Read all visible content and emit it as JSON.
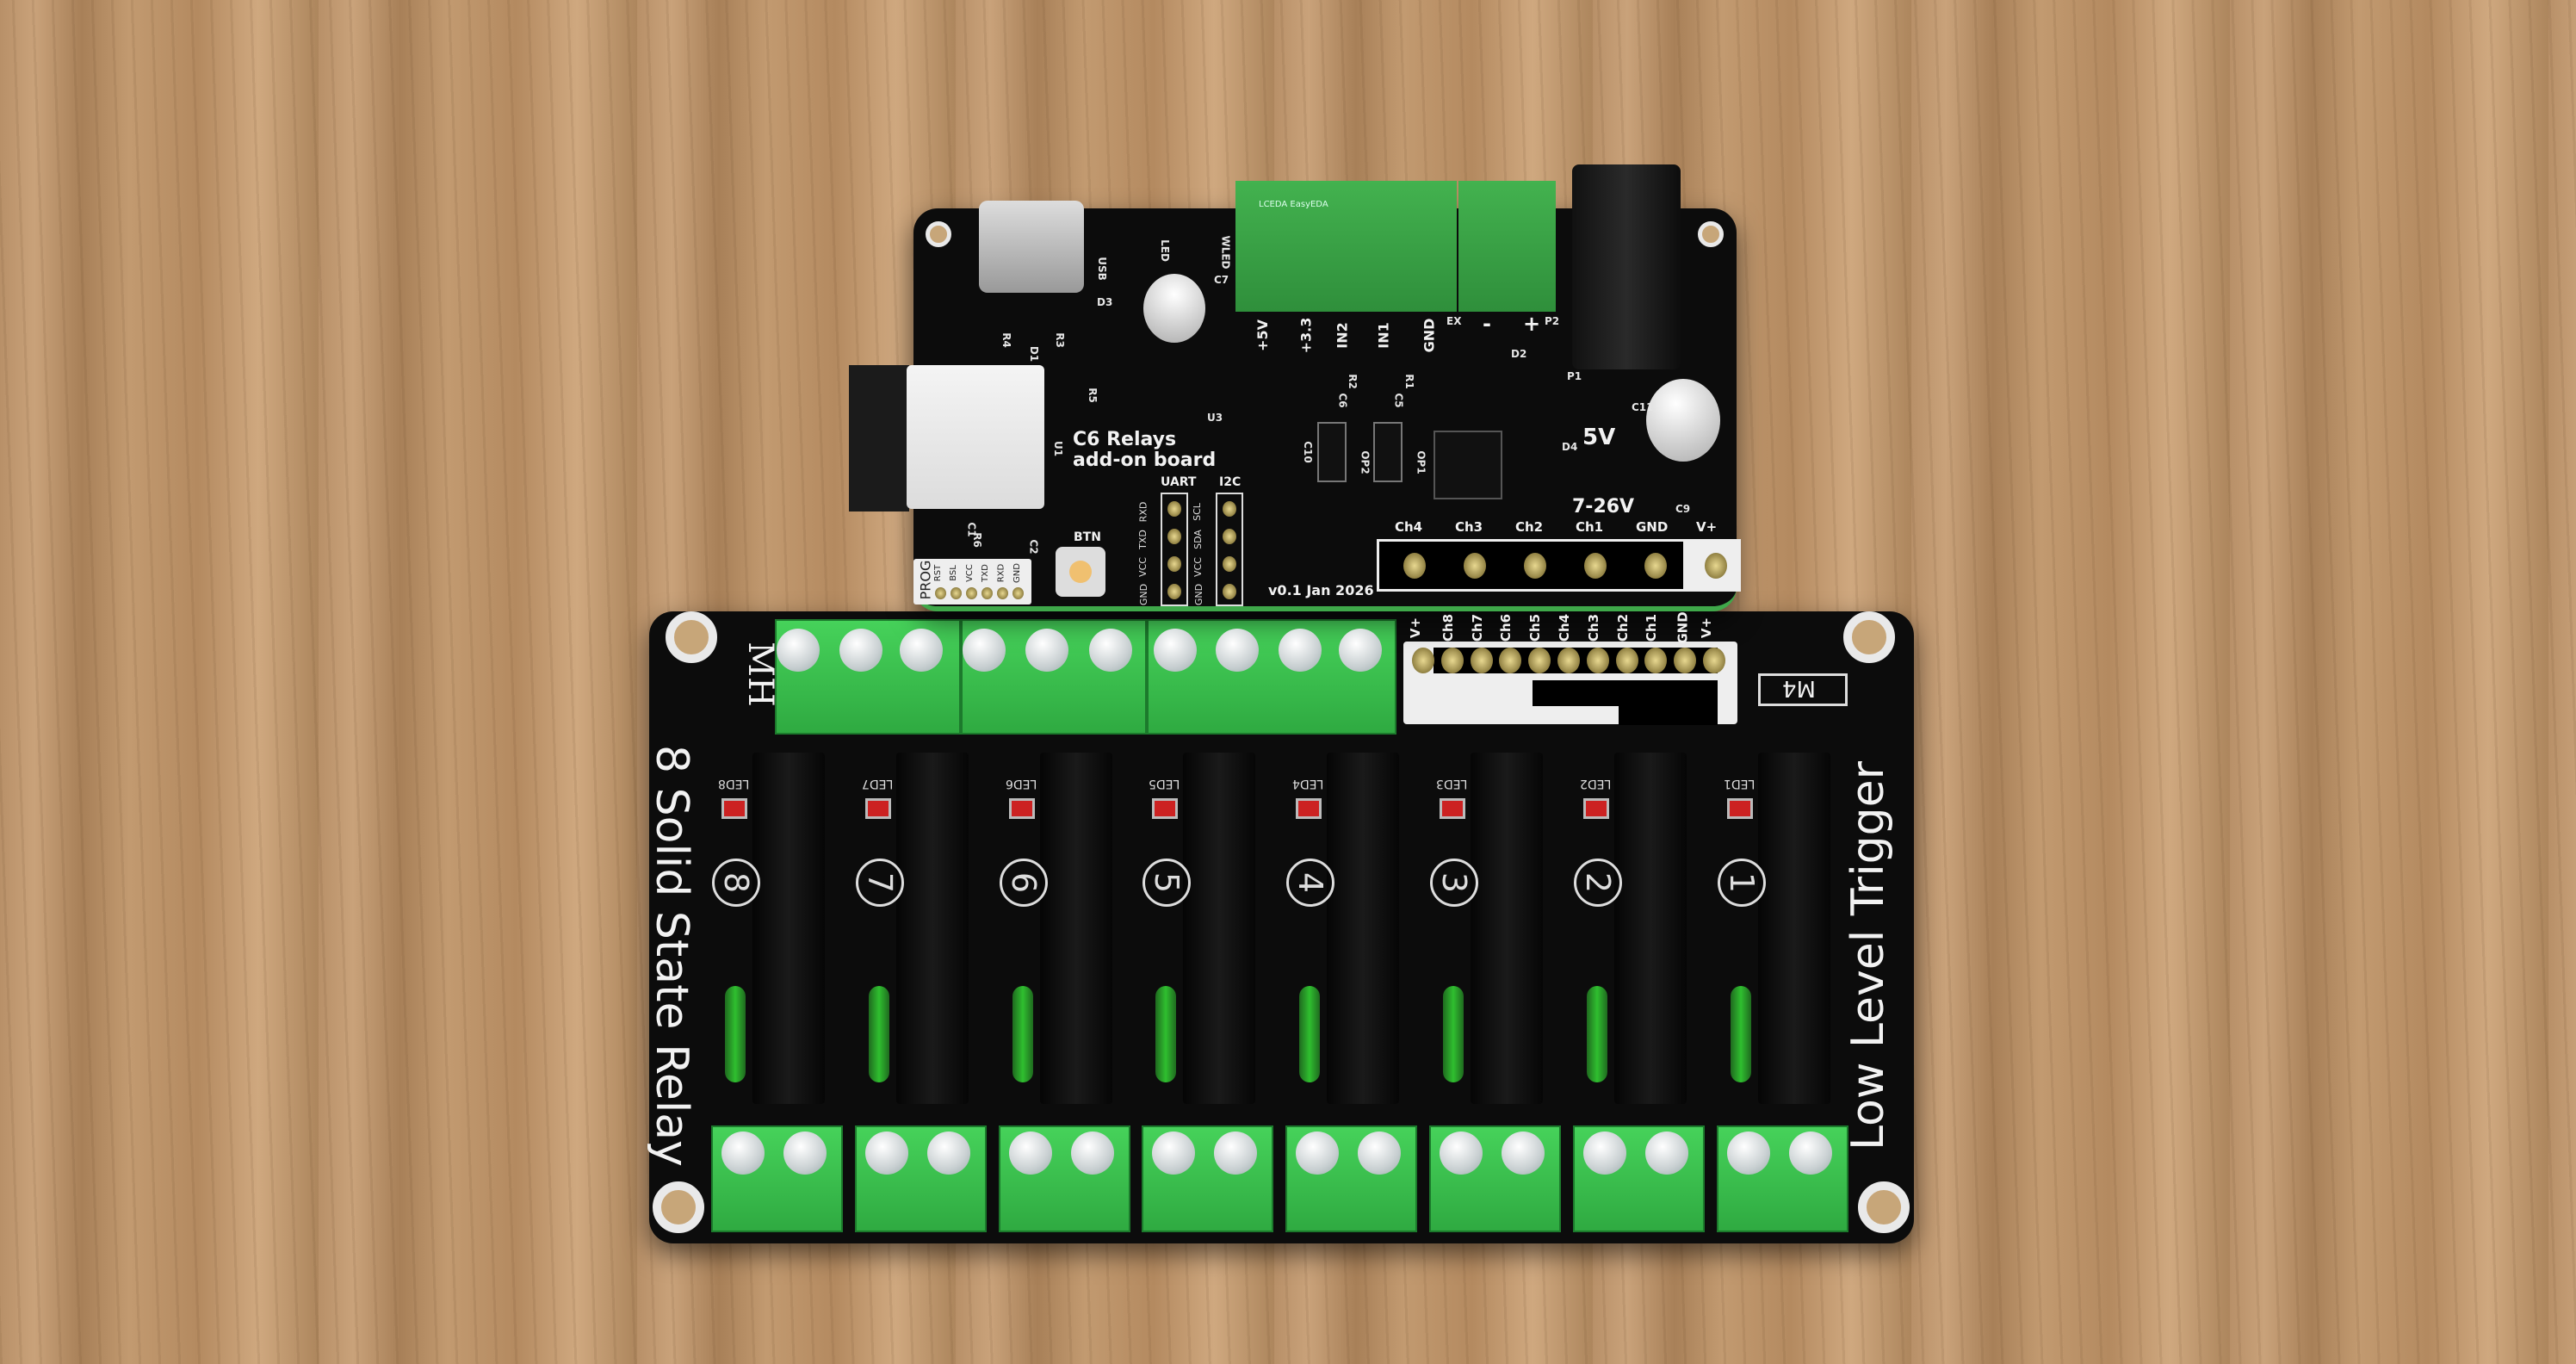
{
  "control_board": {
    "title": "C6 Relays",
    "subtitle": "add-on board",
    "version": "v0.1 Jan 2026",
    "uart": {
      "label": "UART",
      "pins": [
        "RXD",
        "TXD",
        "VCC",
        "GND"
      ]
    },
    "i2c": {
      "label": "I2C",
      "pins": [
        "SCL",
        "SDA",
        "VCC",
        "GND"
      ]
    },
    "button": "BTN",
    "prog": {
      "label": "PROG",
      "pins": [
        "RST",
        "BSL",
        "VCC",
        "TXD",
        "RXD",
        "GND"
      ]
    },
    "power_out": "5V",
    "power_in": "7-26V",
    "connector_labels": [
      "Ch4",
      "Ch3",
      "Ch2",
      "Ch1",
      "GND",
      "V+"
    ],
    "terminal_labels": [
      "+5V",
      "+3.3",
      "IN2",
      "IN1",
      "GND"
    ],
    "power_terminal_labels": [
      "-",
      "+"
    ],
    "logo": "LCEDA EasyEDA",
    "silkscreen": [
      "USB",
      "LED",
      "WLED",
      "C7",
      "D1",
      "D2",
      "D3",
      "D4",
      "R1",
      "R2",
      "R3",
      "R4",
      "R5",
      "R6",
      "C1",
      "C2",
      "C5",
      "C6",
      "C9",
      "C10",
      "C11",
      "U1",
      "U3",
      "OP1",
      "OP2",
      "EX",
      "P1",
      "P2"
    ]
  },
  "relay_board": {
    "title": "8 Solid State Relay",
    "trigger": "Low Level Trigger",
    "mh": "MH",
    "m4": "M4",
    "header_labels": [
      "V+",
      "Ch8",
      "Ch7",
      "Ch6",
      "Ch5",
      "Ch4",
      "Ch3",
      "Ch2",
      "Ch1",
      "GND",
      "V+"
    ],
    "channels": [
      "8",
      "7",
      "6",
      "5",
      "4",
      "3",
      "2",
      "1"
    ],
    "leds": [
      "LED8",
      "LED7",
      "LED6",
      "LED5",
      "LED4",
      "LED3",
      "LED2",
      "LED1"
    ]
  },
  "colors": {
    "pcb": "#0c0c0c",
    "terminal": "#3ccf50",
    "wood": "#b89068"
  }
}
